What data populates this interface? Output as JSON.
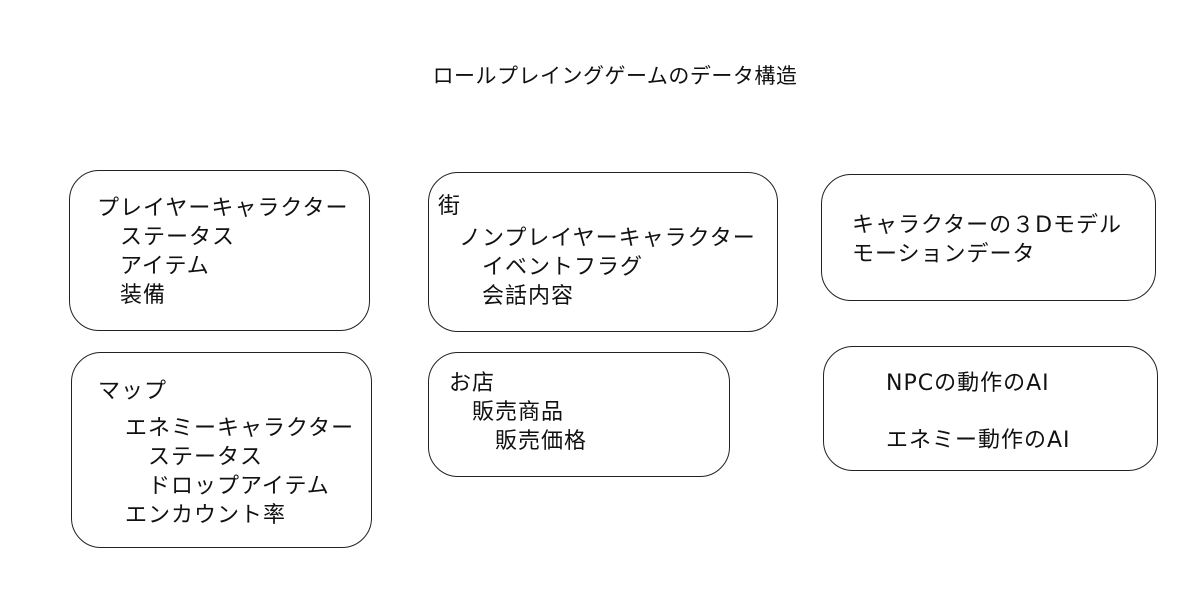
{
  "title": "ロールプレイングゲームのデータ構造",
  "boxes": {
    "player": [
      "プレイヤーキャラクター",
      "ステータス",
      "アイテム",
      "装備"
    ],
    "town": [
      "街",
      "ノンプレイヤーキャラクター",
      "イベントフラグ",
      "会話内容"
    ],
    "model": [
      "キャラクターの３Dモデル",
      "モーションデータ"
    ],
    "map": [
      "マップ",
      "エネミーキャラクター",
      "ステータス",
      "ドロップアイテム",
      "エンカウント率"
    ],
    "shop": [
      "お店",
      "販売商品",
      "販売価格"
    ],
    "ai": [
      "NPCの動作のAI",
      "エネミー動作のAI"
    ]
  }
}
